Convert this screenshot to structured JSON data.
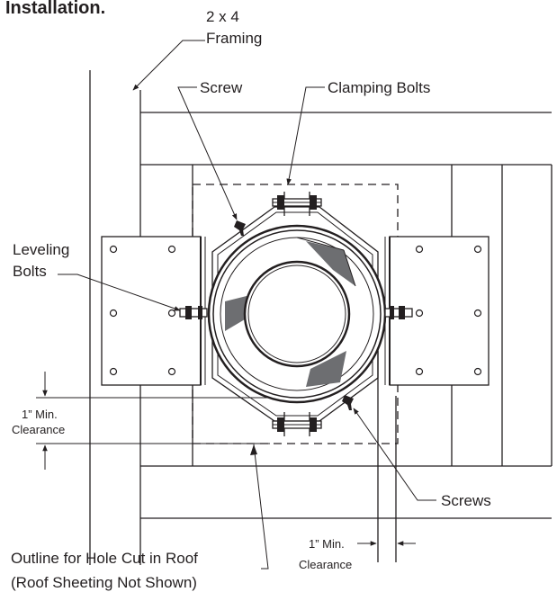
{
  "title": "Installation.",
  "labels": {
    "framing_line1": "2 x 4",
    "framing_line2": "Framing",
    "screw": "Screw",
    "clamping_bolts": "Clamping Bolts",
    "leveling_line1": "Leveling",
    "leveling_line2": "Bolts",
    "clearance_left_line1": "1” Min.",
    "clearance_left_line2": "Clearance",
    "screws": "Screws",
    "clearance_bottom_line1": "1” Min.",
    "clearance_bottom_line2": "Clearance",
    "outline_line1": "Outline for Hole Cut in Roof",
    "outline_line2": "(Roof Sheeting Not Shown)"
  }
}
